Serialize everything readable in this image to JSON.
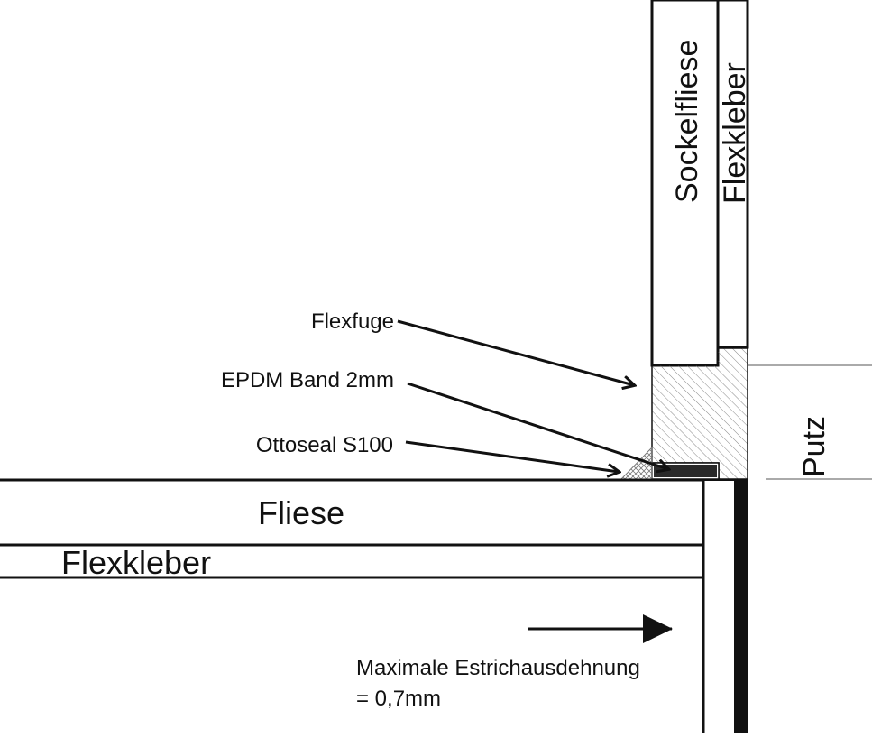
{
  "diagram": {
    "labels": {
      "sockelfliese": "Sockelfliese",
      "flexkleber_wall": "Flexkleber",
      "flexfuge": "Flexfuge",
      "epdm_band": "EPDM Band 2mm",
      "ottoseal": "Ottoseal S100",
      "putz": "Putz",
      "fliese": "Fliese",
      "flexkleber_floor": "Flexkleber",
      "expansion_line1": "Maximale Estrichausdehnung",
      "expansion_line2": "= 0,7mm"
    }
  },
  "colors": {
    "stroke": "#111111",
    "background": "#ffffff",
    "hatch": "#777777"
  }
}
